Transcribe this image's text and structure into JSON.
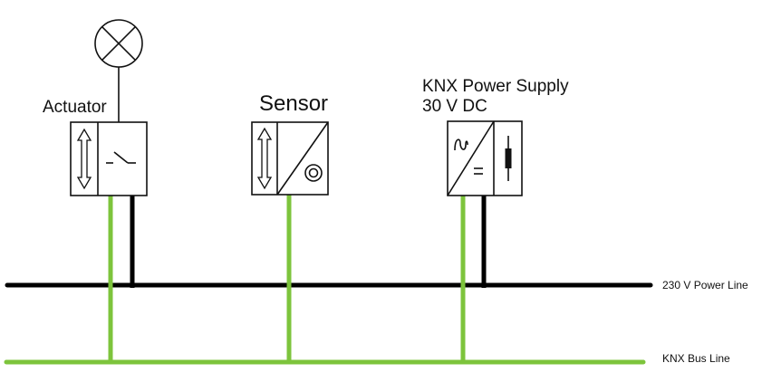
{
  "diagram": {
    "title": "KNX bus wiring diagram",
    "colors": {
      "power_line": "#000000",
      "bus_line": "#7dc43c",
      "outline": "#111111"
    },
    "devices": [
      {
        "id": "actuator",
        "label": "Actuator",
        "connects_to": [
          "KNX Bus Line",
          "230 V Power Line"
        ],
        "load": "lamp"
      },
      {
        "id": "sensor",
        "label": "Sensor",
        "connects_to": [
          "KNX Bus Line"
        ]
      },
      {
        "id": "power-supply",
        "label_line1": "KNX Power Supply",
        "label_line2": "30 V DC",
        "connects_to": [
          "KNX Bus Line",
          "230 V Power Line"
        ]
      }
    ],
    "lines": {
      "power": "230 V Power Line",
      "bus": "KNX Bus Line"
    },
    "symbols": {
      "lamp": "lamp-icon",
      "bidirectional": "bidirectional-arrow-icon",
      "switch": "switch-icon",
      "sensor_element": "sensor-element-icon",
      "ac_symbol": "~",
      "dc_symbol": "=",
      "choke": "choke-icon"
    }
  }
}
